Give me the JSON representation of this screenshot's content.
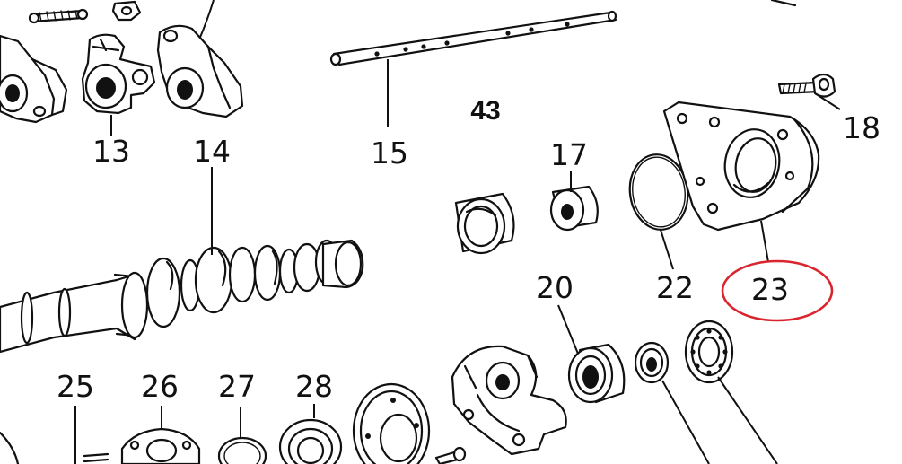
{
  "diagram": {
    "group_number": "43",
    "highlight_color": "#d9262e",
    "ink_color": "#111111",
    "parts": [
      {
        "id": "13",
        "label": "13"
      },
      {
        "id": "14",
        "label": "14"
      },
      {
        "id": "15",
        "label": "15"
      },
      {
        "id": "17",
        "label": "17"
      },
      {
        "id": "18",
        "label": "18"
      },
      {
        "id": "20",
        "label": "20"
      },
      {
        "id": "22",
        "label": "22"
      },
      {
        "id": "23",
        "label": "23",
        "highlighted": true
      },
      {
        "id": "25",
        "label": "25"
      },
      {
        "id": "26",
        "label": "26"
      },
      {
        "id": "27",
        "label": "27"
      },
      {
        "id": "28",
        "label": "28"
      }
    ]
  }
}
